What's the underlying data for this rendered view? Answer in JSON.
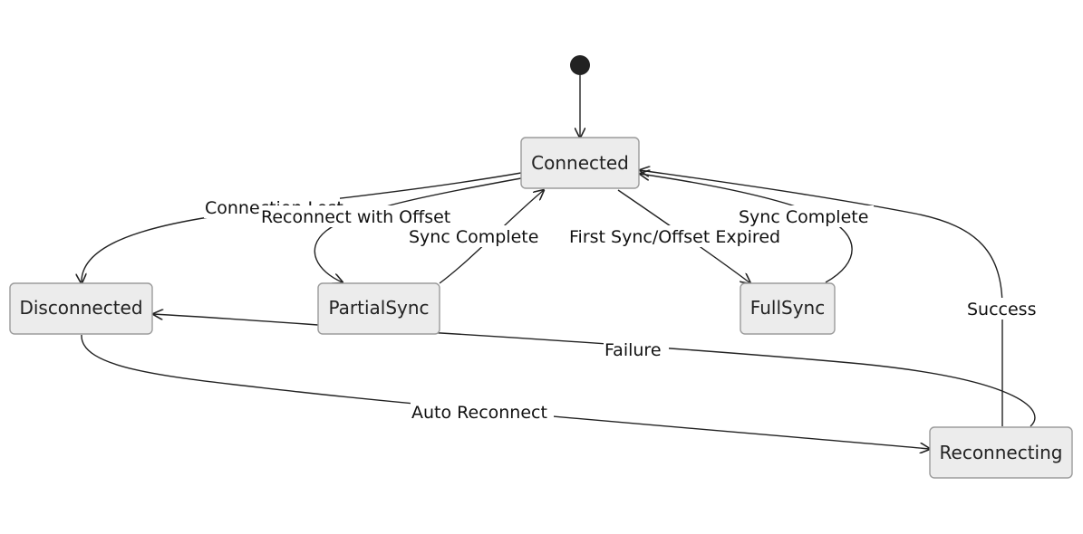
{
  "diagram": {
    "type": "state-diagram",
    "states": {
      "connected": "Connected",
      "disconnected": "Disconnected",
      "partial_sync": "PartialSync",
      "full_sync": "FullSync",
      "reconnecting": "Reconnecting"
    },
    "transitions": {
      "connected_to_disconnected": "Connection Lost",
      "connected_to_partial_sync": "Reconnect with Offset",
      "partial_sync_to_connected": "Sync Complete",
      "connected_to_full_sync": "First Sync/Offset Expired",
      "full_sync_to_connected": "Sync Complete",
      "reconnecting_to_connected": "Success",
      "reconnecting_to_disconnected": "Failure",
      "disconnected_to_reconnecting": "Auto Reconnect"
    }
  },
  "colors": {
    "state_fill": "#ececec",
    "state_border": "#9b9b9b",
    "line": "#222222",
    "start_dot": "#222222"
  }
}
